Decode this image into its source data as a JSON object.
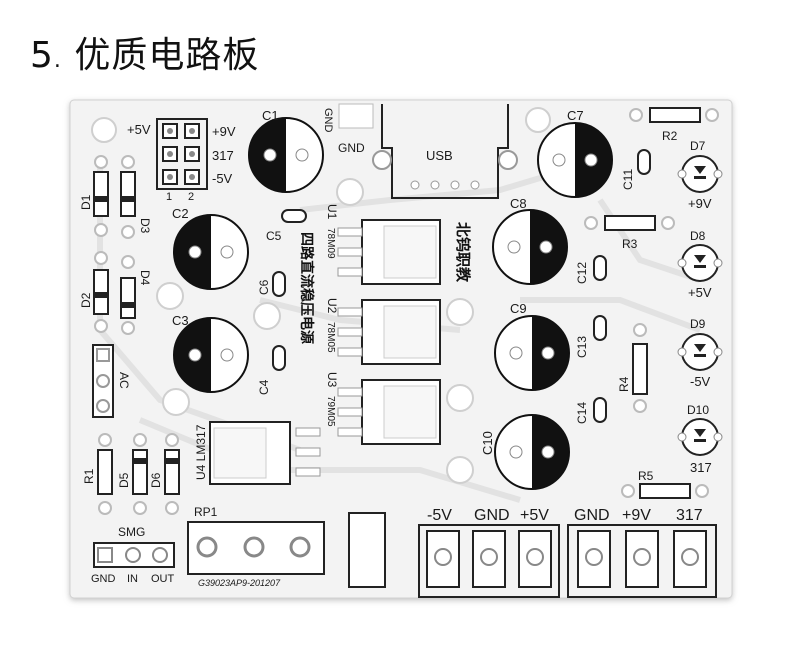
{
  "title": {
    "number": "5",
    "dot": ".",
    "text": "优质电路板"
  },
  "board": {
    "pins_top_left": {
      "p5v": "+5V",
      "p9v": "+9V",
      "p317": "317",
      "pm5v": "-5V",
      "n1": "1",
      "n2": "2"
    },
    "components": {
      "c1": "C1",
      "c2": "C2",
      "c3": "C3",
      "c4": "C4",
      "c5": "C5",
      "c6": "C6",
      "c7": "C7",
      "c8": "C8",
      "c9": "C9",
      "c10": "C10",
      "c11": "C11",
      "c12": "C12",
      "c13": "C13",
      "c14": "C14",
      "d1": "D1",
      "d2": "D2",
      "d3": "D3",
      "d4": "D4",
      "d5": "D5",
      "d6": "D6",
      "d7": "D7",
      "d8": "D8",
      "d9": "D9",
      "d10": "D10",
      "r1": "R1",
      "r2": "R2",
      "r3": "R3",
      "r4": "R4",
      "r5": "R5",
      "u1": "U1",
      "u2": "U2",
      "u3": "U3",
      "u4": "U4 LM317",
      "rp1": "RP1",
      "smg": "SMG",
      "usb": "USB",
      "gnd_top": "GND",
      "gnd_rot": "GND",
      "ac": "AC"
    },
    "reg_labels": {
      "u1": "78M09",
      "u2": "78M05",
      "u3": "79M05"
    },
    "led_labels": {
      "d7": "+9V",
      "d8": "+5V",
      "d9": "-5V",
      "d10": "317"
    },
    "chinese_labels": {
      "left": "四路直流稳压电源",
      "right": "北钨职教"
    },
    "terminals_left": [
      "-5V",
      "GND",
      "+5V"
    ],
    "terminals_right": [
      "GND",
      "+9V",
      "317"
    ],
    "smg_pins": [
      "GND",
      "IN",
      "OUT"
    ],
    "serial": "G39023AP9-201207"
  }
}
